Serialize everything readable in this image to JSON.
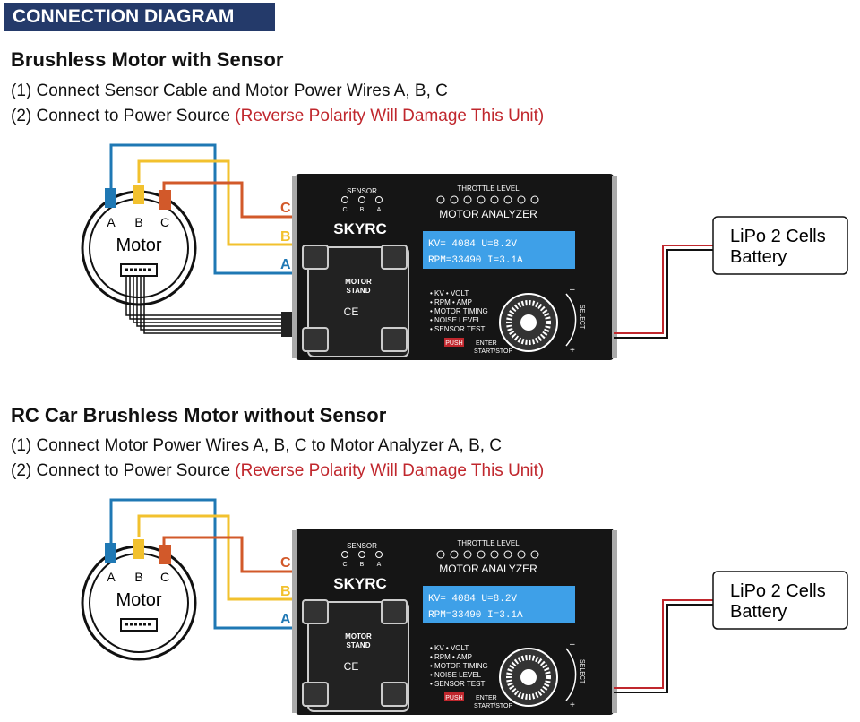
{
  "header": "CONNECTION DIAGRAM",
  "sections": [
    {
      "title": "Brushless Motor with Sensor",
      "steps": [
        "(1) Connect Sensor Cable and Motor Power Wires A, B, C",
        "(2) Connect to Power Source"
      ],
      "warning": "(Reverse Polarity Will Damage This Unit)"
    },
    {
      "title": "RC Car Brushless Motor without Sensor",
      "steps": [
        "(1) Connect Motor Power Wires A, B, C to Motor Analyzer A, B, C",
        "(2) Connect to Power Source"
      ],
      "warning": "(Reverse Polarity Will Damage This Unit)"
    }
  ],
  "motor": {
    "label": "Motor",
    "terminals": [
      "A",
      "B",
      "C"
    ]
  },
  "analyzer": {
    "brand": "SKYRC",
    "sensor_label": "SENSOR",
    "sensor_pins": [
      "C",
      "B",
      "A"
    ],
    "throttle_label": "THROTTLE LEVEL",
    "name": "MOTOR ANALYZER",
    "lcd_line1": "KV=  4084   U=8.2V",
    "lcd_line2": "RPM=33490  I=3.1A",
    "stand_label": [
      "MOTOR",
      "STAND"
    ],
    "ce_mark": "CE",
    "functions": [
      "• KV   • VOLT",
      "• RPM  • AMP",
      "• MOTOR TIMING",
      "• NOISE LEVEL",
      "• SENSOR TEST"
    ],
    "push": "PUSH",
    "enter": "ENTER",
    "startstop": "START/STOP",
    "select": "SELECT",
    "minus": "–",
    "plus": "+",
    "inputs": [
      "C",
      "B",
      "A"
    ]
  },
  "battery": {
    "line1": "LiPo 2 Cells",
    "line2": "Battery"
  },
  "colors": {
    "header_bg": "#243a6a",
    "warning": "#c0272d",
    "wire_a": "#1f78b4",
    "wire_b": "#f2c12e",
    "wire_c": "#d2592a",
    "lcd": "#3ea0e8"
  }
}
